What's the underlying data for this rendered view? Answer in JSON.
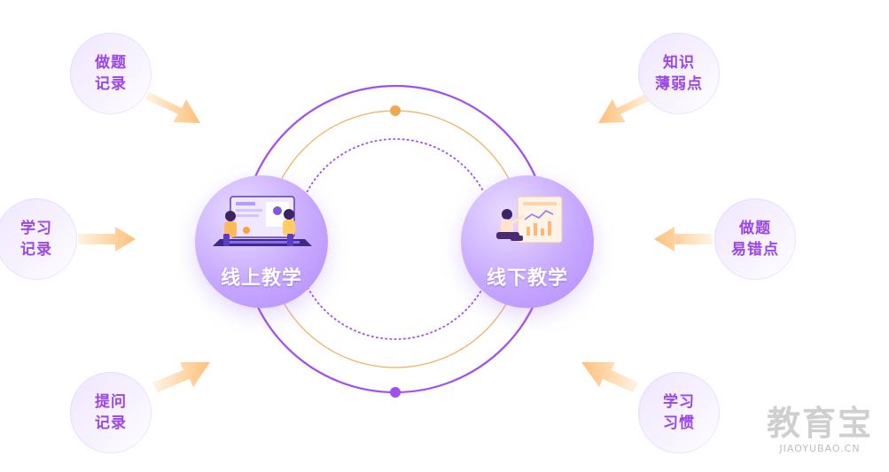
{
  "hubs": {
    "online": {
      "label": "线上教学"
    },
    "offline": {
      "label": "线下教学"
    }
  },
  "inputs": [
    {
      "id": "practice_record",
      "label": "做题\n记录"
    },
    {
      "id": "study_record",
      "label": "学习\n记录"
    },
    {
      "id": "question_record",
      "label": "提问\n记录"
    },
    {
      "id": "weak_points",
      "label": "知识\n薄弱点"
    },
    {
      "id": "error_prone",
      "label": "做题\n易错点"
    },
    {
      "id": "study_habits",
      "label": "学习\n习惯"
    }
  ],
  "watermark": {
    "brand": "教育宝",
    "domain": "JIAOYUBAO.CN"
  },
  "colors": {
    "bubble_text": "#9b47e6",
    "outer_ring": "#a24df0",
    "inner_ring": "#f0a850",
    "arrow": "#ffc98b"
  }
}
